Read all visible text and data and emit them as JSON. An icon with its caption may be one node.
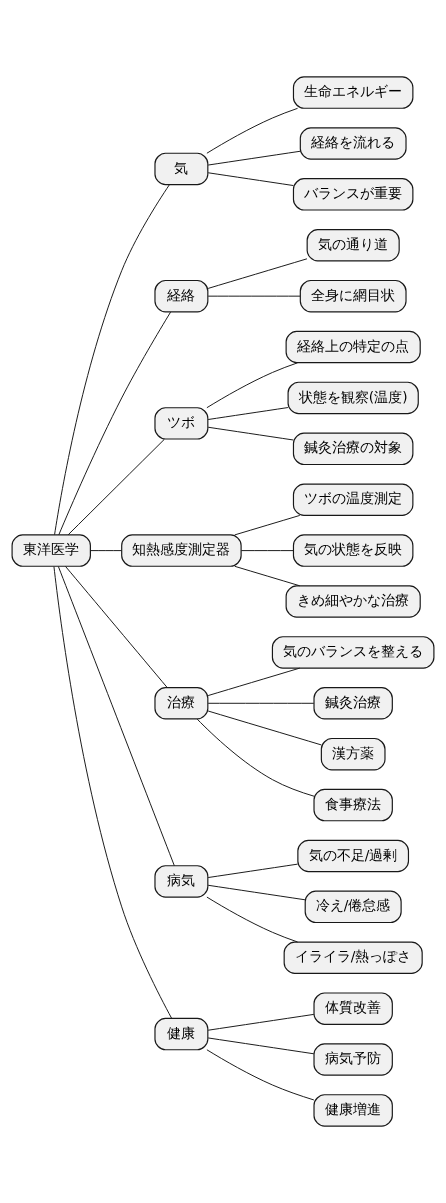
{
  "diagram": {
    "nodes": [
      {
        "text": [
          "東洋医学"
        ]
      },
      {
        "text": [
          "気"
        ]
      },
      {
        "text": [
          "生命エネルギー"
        ]
      },
      {
        "text": [
          "経絡を流れる"
        ]
      },
      {
        "text": [
          "バランスが重要"
        ]
      },
      {
        "text": [
          "経絡"
        ]
      },
      {
        "text": [
          "気の通り道"
        ]
      },
      {
        "text": [
          "全身に網目状"
        ]
      },
      {
        "text": [
          "ツボ"
        ]
      },
      {
        "text": [
          "経絡上の特定の点"
        ]
      },
      {
        "text": [
          "状態を観察(温度)"
        ]
      },
      {
        "text": [
          "鍼灸治療の対象"
        ]
      },
      {
        "text": [
          "知熱感度測定器"
        ]
      },
      {
        "text": [
          "ツボの温度測定"
        ]
      },
      {
        "text": [
          "気の状態を反映"
        ]
      },
      {
        "text": [
          "きめ細やかな治療"
        ]
      },
      {
        "text": [
          "治療"
        ]
      },
      {
        "text": [
          "気のバランスを整える"
        ]
      },
      {
        "text": [
          "鍼灸治療"
        ]
      },
      {
        "text": [
          "漢方薬"
        ]
      },
      {
        "text": [
          "食事療法"
        ]
      },
      {
        "text": [
          "病気"
        ]
      },
      {
        "text": [
          "気の不足/過剰"
        ]
      },
      {
        "text": [
          "冷え/倦怠感"
        ]
      },
      {
        "text": [
          "イライラ/熱っぽさ"
        ]
      },
      {
        "text": [
          "健康"
        ]
      },
      {
        "text": [
          "体質改善"
        ]
      },
      {
        "text": [
          "病気予防"
        ]
      },
      {
        "text": [
          "健康増進"
        ]
      }
    ],
    "edges": [
      {
        "from": 0,
        "to": 1,
        "arrow": "none"
      },
      {
        "from": 1,
        "to": 2,
        "arrow": "none"
      },
      {
        "from": 1,
        "to": 3,
        "arrow": "none"
      },
      {
        "from": 1,
        "to": 4,
        "arrow": "none"
      },
      {
        "from": 0,
        "to": 5,
        "arrow": "none"
      },
      {
        "from": 5,
        "to": 6,
        "arrow": "none"
      },
      {
        "from": 5,
        "to": 7,
        "arrow": "none"
      },
      {
        "from": 0,
        "to": 8,
        "arrow": "none"
      },
      {
        "from": 8,
        "to": 9,
        "arrow": "none"
      },
      {
        "from": 8,
        "to": 10,
        "arrow": "none"
      },
      {
        "from": 8,
        "to": 11,
        "arrow": "none"
      },
      {
        "from": 0,
        "to": 12,
        "arrow": "none"
      },
      {
        "from": 12,
        "to": 13,
        "arrow": "none"
      },
      {
        "from": 12,
        "to": 14,
        "arrow": "none"
      },
      {
        "from": 12,
        "to": 15,
        "arrow": "none"
      },
      {
        "from": 0,
        "to": 16,
        "arrow": "none"
      },
      {
        "from": 16,
        "to": 17,
        "arrow": "none"
      },
      {
        "from": 16,
        "to": 18,
        "arrow": "none"
      },
      {
        "from": 16,
        "to": 19,
        "arrow": "none"
      },
      {
        "from": 16,
        "to": 20,
        "arrow": "none"
      },
      {
        "from": 0,
        "to": 21,
        "arrow": "none"
      },
      {
        "from": 21,
        "to": 22,
        "arrow": "none"
      },
      {
        "from": 21,
        "to": 23,
        "arrow": "none"
      },
      {
        "from": 21,
        "to": 24,
        "arrow": "none"
      },
      {
        "from": 0,
        "to": 25,
        "arrow": "none"
      },
      {
        "from": 25,
        "to": 26,
        "arrow": "none"
      },
      {
        "from": 25,
        "to": 27,
        "arrow": "none"
      },
      {
        "from": 25,
        "to": 28,
        "arrow": "none"
      }
    ]
  }
}
